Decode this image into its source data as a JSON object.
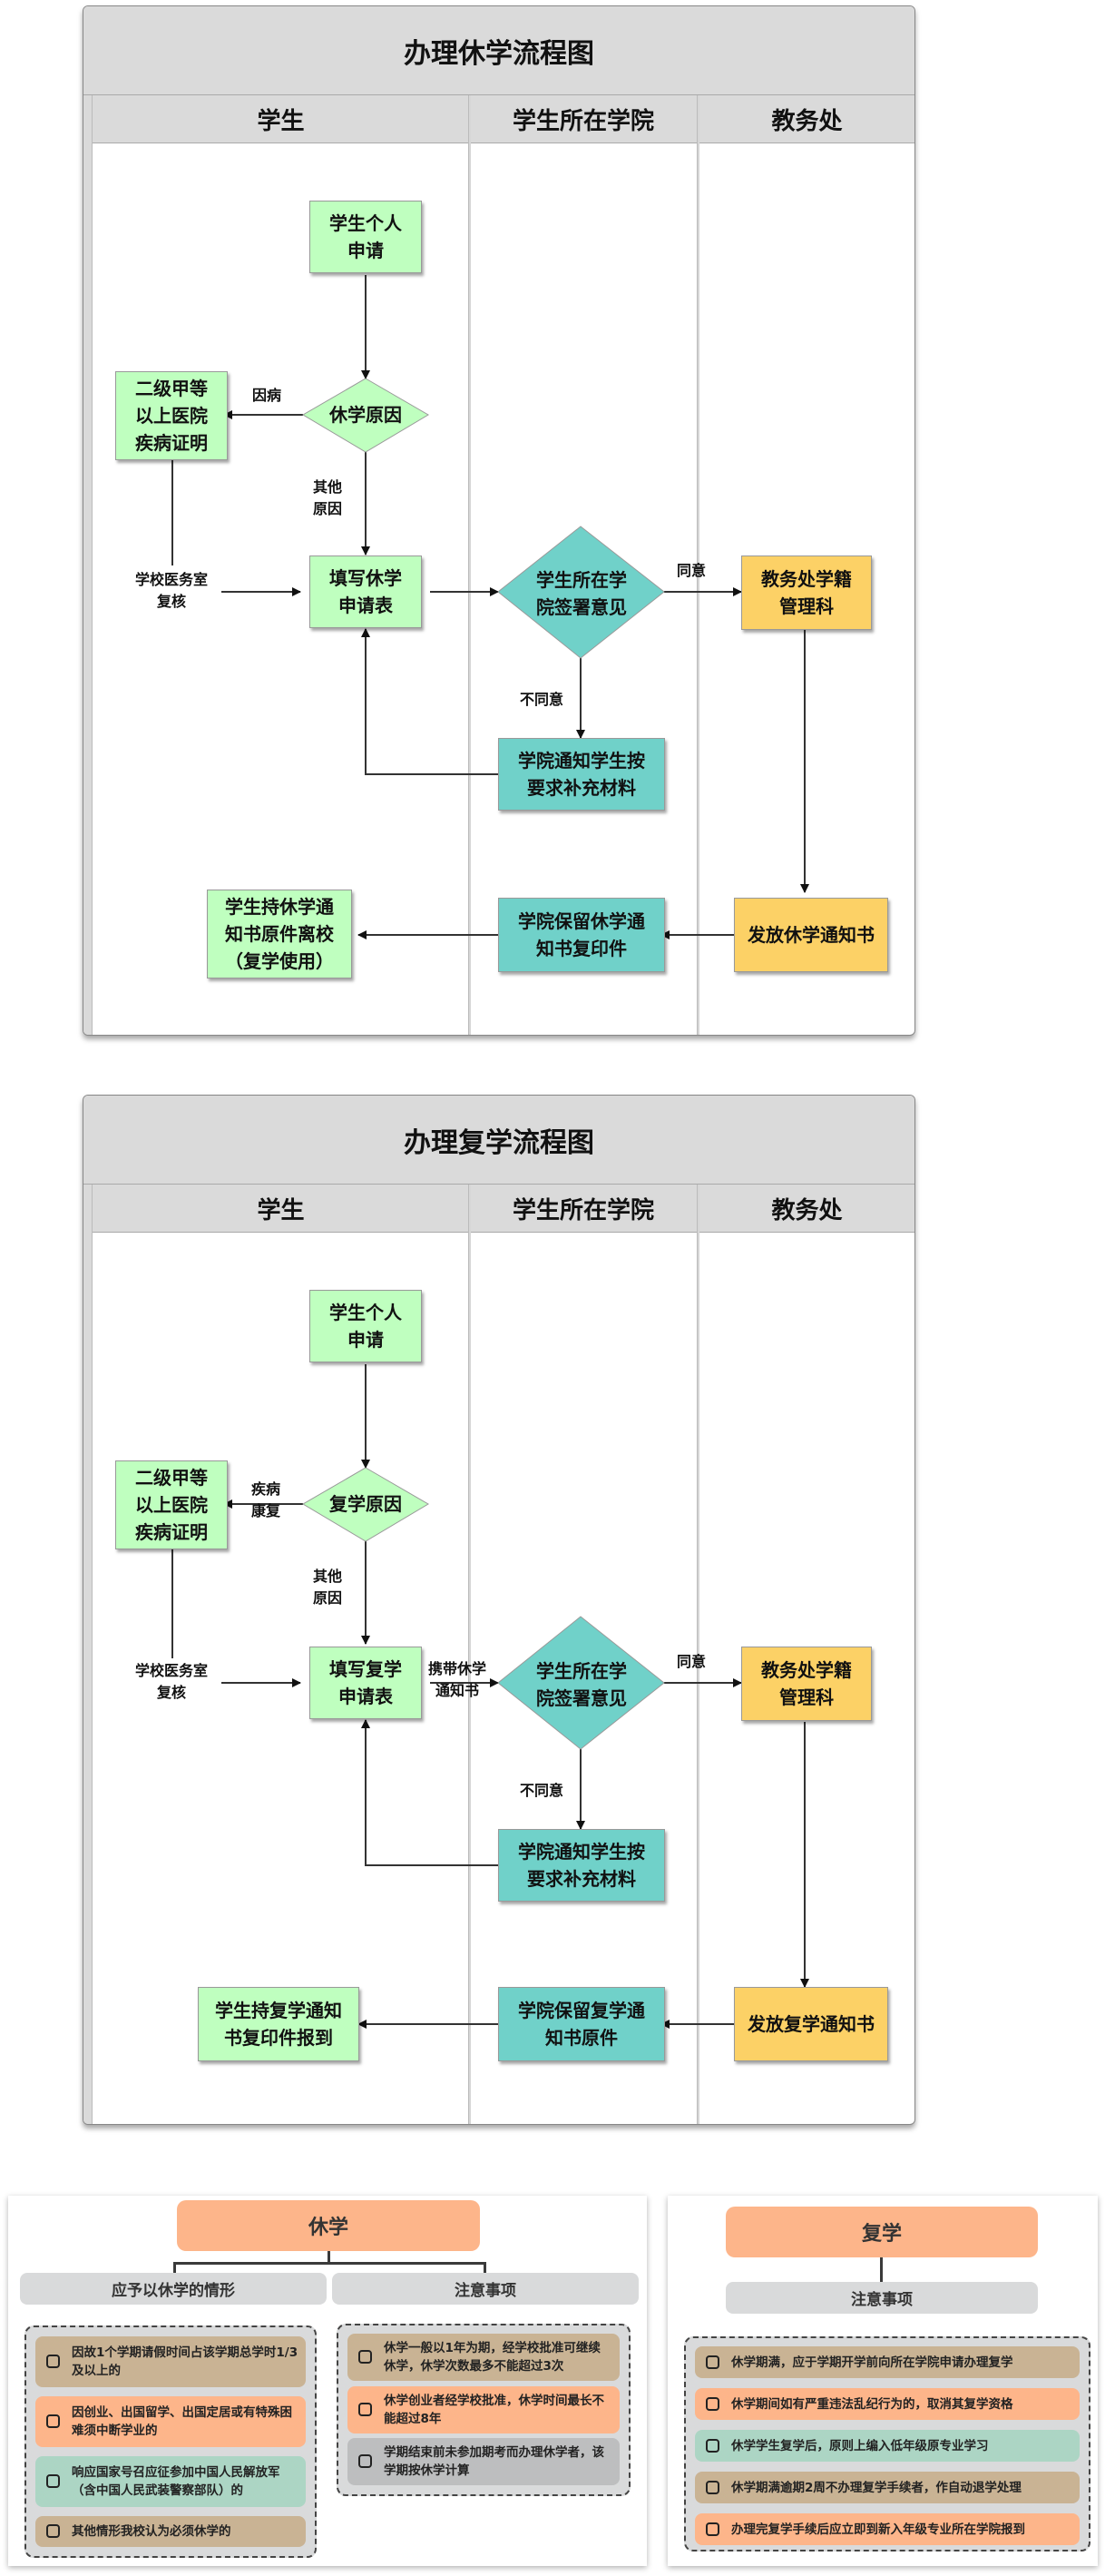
{
  "leave_flow": {
    "title": "办理休学流程图",
    "lanes": [
      "学生",
      "学生所在学院",
      "教务处"
    ],
    "nodes": {
      "apply": "学生个人\n申请",
      "reason": "休学原因",
      "hospital": "二级甲等\n以上医院\n疾病证明",
      "form": "填写休学\n申请表",
      "college_review": "学生所在学\n院签署意见",
      "registry": "教务处学籍\n管理科",
      "supplement": "学院通知学生按\n要求补充材料",
      "issue_notice": "发放休学通知书",
      "college_keep": "学院保留休学通\n知书复印件",
      "student_leave": "学生持休学通\n知书原件离校\n（复学使用）"
    },
    "edge_labels": {
      "illness": "因病",
      "other": "其他\n原因",
      "clinic": "学校医务室\n复核",
      "agree": "同意",
      "disagree": "不同意"
    }
  },
  "return_flow": {
    "title": "办理复学流程图",
    "lanes": [
      "学生",
      "学生所在学院",
      "教务处"
    ],
    "nodes": {
      "apply": "学生个人\n申请",
      "reason": "复学原因",
      "hospital": "二级甲等\n以上医院\n疾病证明",
      "form": "填写复学\n申请表",
      "college_review": "学生所在学\n院签署意见",
      "registry": "教务处学籍\n管理科",
      "supplement": "学院通知学生按\n要求补充材料",
      "issue_notice": "发放复学通知书",
      "college_keep": "学院保留复学通\n知书原件",
      "student_report": "学生持复学通知\n书复印件报到"
    },
    "edge_labels": {
      "recovered": "疾病\n康复",
      "other": "其他\n原因",
      "clinic": "学校医务室\n复核",
      "carry": "携带休学\n通知书",
      "agree": "同意",
      "disagree": "不同意"
    }
  },
  "leave_notes": {
    "topic": "休学",
    "branches": [
      {
        "label": "应予以休学的情形",
        "items": [
          {
            "text": "因故1个学期请假时间占该学期总学时1/3及以上的",
            "color": "tan",
            "checked": false
          },
          {
            "text": "因创业、出国留学、出国定居或有特殊困难须中断学业的",
            "color": "salmon",
            "checked": false
          },
          {
            "text": "响应国家号召应征参加中国人民解放军（含中国人民武装警察部队）的",
            "color": "mint",
            "checked": false
          },
          {
            "text": "其他情形我校认为必须休学的",
            "color": "tan",
            "checked": false
          }
        ]
      },
      {
        "label": "注意事项",
        "items": [
          {
            "text": "休学一般以1年为期，经学校批准可继续休学，休学次数最多不能超过3次",
            "color": "tan",
            "checked": false
          },
          {
            "text": "休学创业者经学校批准，休学时间最长不能超过8年",
            "color": "salmon",
            "checked": false
          },
          {
            "text": "学期结束前未参加期考而办理休学者，该学期按休学计算",
            "color": "grey",
            "checked": false
          }
        ]
      }
    ]
  },
  "return_notes": {
    "topic": "复学",
    "branches": [
      {
        "label": "注意事项",
        "items": [
          {
            "text": "休学期满，应于学期开学前向所在学院申请办理复学",
            "color": "tan",
            "checked": false
          },
          {
            "text": "休学期间如有严重违法乱纪行为的，取消其复学资格",
            "color": "salmon",
            "checked": false
          },
          {
            "text": "休学学生复学后，原则上编入低年级原专业学习",
            "color": "mint",
            "checked": false
          },
          {
            "text": "休学期满逾期2周不办理复学手续者，作自动退学处理",
            "color": "tan",
            "checked": false
          },
          {
            "text": "办理完复学手续后应立即到新入年级专业所在学院报到",
            "color": "salmon",
            "checked": false
          }
        ]
      }
    ]
  },
  "colors": {
    "node_green": "#bfffbf",
    "node_teal": "#70d1c9",
    "node_yellow": "#fcd166",
    "header_grey": "#dadada",
    "topic_salmon": "#fdb58a",
    "item_tan": "#c9b394",
    "item_mint": "#acd5c4",
    "item_grey": "#bdbebf"
  }
}
